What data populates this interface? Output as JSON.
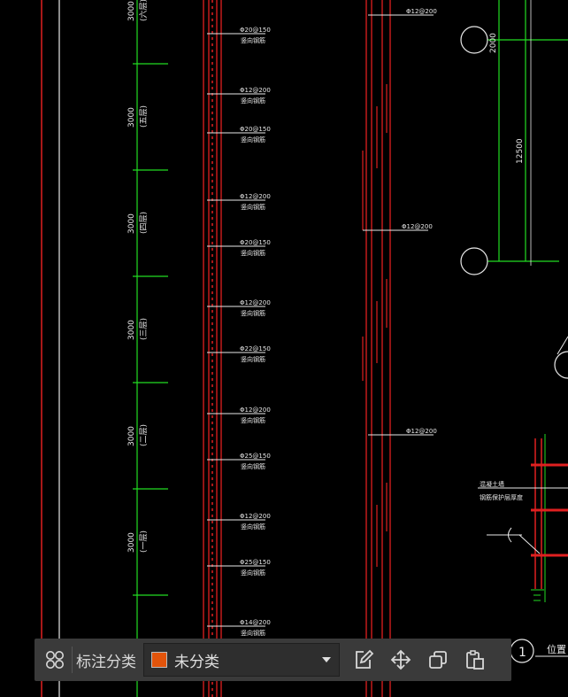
{
  "drawing": {
    "floor_tags": [
      "(六层)",
      "(五层)",
      "(四层)",
      "(三层)",
      "(二层)",
      "(一层)"
    ],
    "floor_height": "3000",
    "rebar_callouts": [
      {
        "spec": "Φ20@150",
        "note": "竖向钢筋"
      },
      {
        "spec": "Φ12@200",
        "note": "竖向钢筋"
      },
      {
        "spec": "Φ20@150",
        "note": "竖向钢筋"
      },
      {
        "spec": "Φ12@200",
        "note": "竖向钢筋"
      },
      {
        "spec": "Φ20@150",
        "note": "竖向钢筋"
      },
      {
        "spec": "Φ12@200",
        "note": "竖向钢筋"
      },
      {
        "spec": "Φ22@150",
        "note": "竖向钢筋"
      },
      {
        "spec": "Φ12@200",
        "note": "竖向钢筋"
      },
      {
        "spec": "Φ25@150",
        "note": "竖向钢筋"
      },
      {
        "spec": "Φ12@200",
        "note": "竖向钢筋"
      },
      {
        "spec": "Φ25@150",
        "note": "竖向钢筋"
      },
      {
        "spec": "Φ14@200",
        "note": "竖向钢筋"
      }
    ],
    "wall_callouts": [
      "Φ12@200",
      "Φ12@200",
      "Φ12@200"
    ],
    "dim_top": "2000",
    "dim_right": "12500",
    "detail_label": "混凝土墙",
    "detail_note": "钢筋保护层厚度",
    "section_number": "1",
    "section_label": "位置"
  },
  "toolbar": {
    "category_label": "标注分类",
    "category_value": "未分类",
    "swatch_color": "#e2540b",
    "icons": {
      "menu": "grid-menu-icon",
      "edit": "edit-icon",
      "move": "move-icon",
      "copy": "copy-icon",
      "paste": "paste-icon"
    }
  }
}
